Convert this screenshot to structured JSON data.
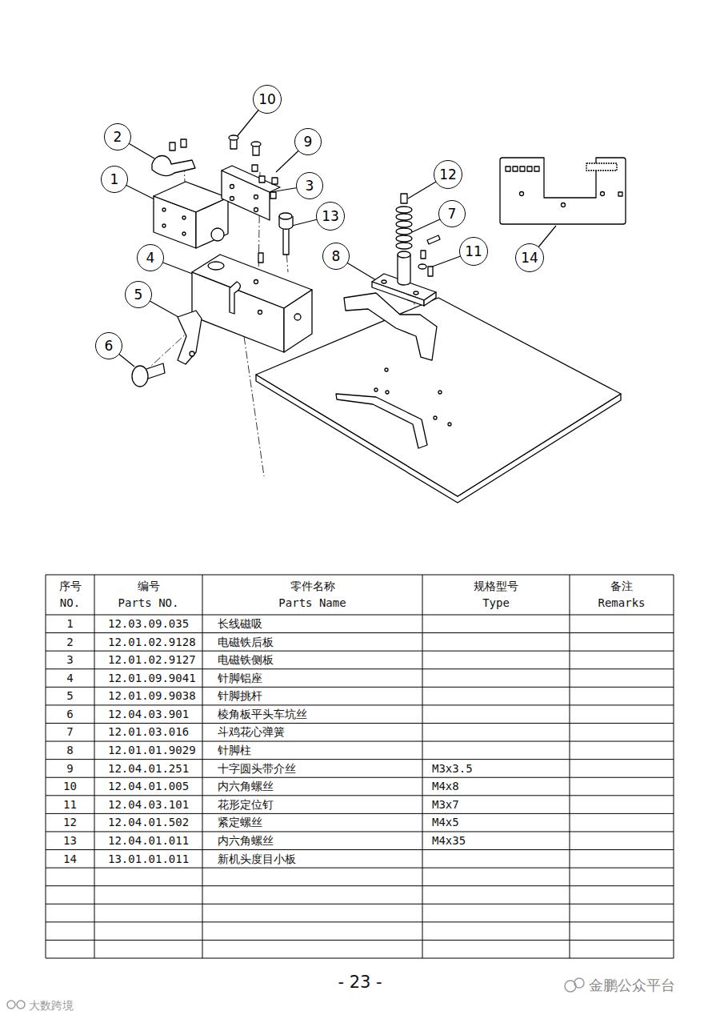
{
  "diagram": {
    "nodes": [
      {
        "text": [
          "1"
        ]
      },
      {
        "text": [
          "2"
        ]
      },
      {
        "text": [
          "3"
        ]
      },
      {
        "text": [
          "4"
        ]
      },
      {
        "text": [
          "5"
        ]
      },
      {
        "text": [
          "6"
        ]
      },
      {
        "text": [
          "7"
        ]
      },
      {
        "text": [
          "8"
        ]
      },
      {
        "text": [
          "9"
        ]
      },
      {
        "text": [
          "10"
        ]
      },
      {
        "text": [
          "11"
        ]
      },
      {
        "text": [
          "12"
        ]
      },
      {
        "text": [
          "13"
        ]
      },
      {
        "text": [
          "14"
        ]
      }
    ],
    "edges": [],
    "labels": [
      "序号",
      "NO.",
      "编号",
      "Parts NO.",
      "零件名称",
      "Parts Name",
      "规格型号",
      "Type",
      "备注",
      "Remarks",
      "1",
      "12.03.09.035",
      "长线磁吸",
      "2",
      "12.01.02.9128",
      "电磁铁后板",
      "3",
      "12.01.02.9127",
      "电磁铁侧板",
      "4",
      "12.01.09.9041",
      "针脚铝座",
      "5",
      "12.01.09.9038",
      "针脚挑杆",
      "6",
      "12.04.03.901",
      "棱角板平头车坑丝",
      "7",
      "12.01.03.016",
      "斗鸡花心弹簧",
      "8",
      "12.01.01.9029",
      "针脚柱",
      "9",
      "12.04.01.251",
      "十字圆头带介丝",
      "M3x3.5",
      "10",
      "12.04.01.005",
      "内六角螺丝",
      "M4x8",
      "11",
      "12.04.03.101",
      "花形定位钉",
      "M3x7",
      "12",
      "12.04.01.502",
      "紧定螺丝",
      "M4x5",
      "13",
      "12.04.01.011",
      "内六角螺丝",
      "M4x35",
      "14",
      "13.01.01.011",
      "新机头度目小板",
      "- 23 -",
      "金鹏公众平台",
      "大数跨境"
    ]
  }
}
